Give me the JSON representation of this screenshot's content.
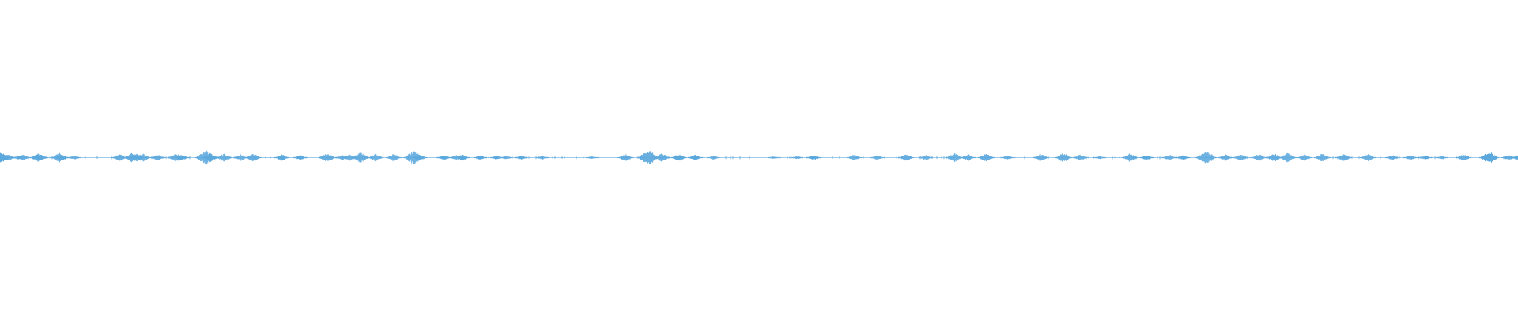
{
  "waveform": {
    "color": "#5ba8dd",
    "background": "#ffffff",
    "peaks": [
      {
        "t": 0.0,
        "a": 0.55
      },
      {
        "t": 0.004,
        "a": 0.35
      },
      {
        "t": 0.011,
        "a": 0.2
      },
      {
        "t": 0.014,
        "a": 0.3
      },
      {
        "t": 0.024,
        "a": 0.4
      },
      {
        "t": 0.026,
        "a": 0.3
      },
      {
        "t": 0.038,
        "a": 0.45
      },
      {
        "t": 0.04,
        "a": 0.3
      },
      {
        "t": 0.048,
        "a": 0.18
      },
      {
        "t": 0.078,
        "a": 0.35
      },
      {
        "t": 0.086,
        "a": 0.42
      },
      {
        "t": 0.089,
        "a": 0.38
      },
      {
        "t": 0.093,
        "a": 0.4
      },
      {
        "t": 0.103,
        "a": 0.32
      },
      {
        "t": 0.115,
        "a": 0.4
      },
      {
        "t": 0.119,
        "a": 0.3
      },
      {
        "t": 0.135,
        "a": 0.7
      },
      {
        "t": 0.138,
        "a": 0.4
      },
      {
        "t": 0.147,
        "a": 0.4
      },
      {
        "t": 0.158,
        "a": 0.3
      },
      {
        "t": 0.166,
        "a": 0.4
      },
      {
        "t": 0.185,
        "a": 0.3
      },
      {
        "t": 0.197,
        "a": 0.25
      },
      {
        "t": 0.215,
        "a": 0.45
      },
      {
        "t": 0.225,
        "a": 0.25
      },
      {
        "t": 0.23,
        "a": 0.3
      },
      {
        "t": 0.237,
        "a": 0.5
      },
      {
        "t": 0.247,
        "a": 0.35
      },
      {
        "t": 0.259,
        "a": 0.35
      },
      {
        "t": 0.272,
        "a": 0.65
      },
      {
        "t": 0.276,
        "a": 0.3
      },
      {
        "t": 0.292,
        "a": 0.25
      },
      {
        "t": 0.3,
        "a": 0.25
      },
      {
        "t": 0.304,
        "a": 0.3
      },
      {
        "t": 0.316,
        "a": 0.2
      },
      {
        "t": 0.327,
        "a": 0.2
      },
      {
        "t": 0.333,
        "a": 0.18
      },
      {
        "t": 0.343,
        "a": 0.22
      },
      {
        "t": 0.357,
        "a": 0.18
      },
      {
        "t": 0.39,
        "a": 0.15
      },
      {
        "t": 0.412,
        "a": 0.35
      },
      {
        "t": 0.427,
        "a": 0.75
      },
      {
        "t": 0.436,
        "a": 0.4
      },
      {
        "t": 0.447,
        "a": 0.35
      },
      {
        "t": 0.458,
        "a": 0.3
      },
      {
        "t": 0.47,
        "a": 0.18
      },
      {
        "t": 0.51,
        "a": 0.1
      },
      {
        "t": 0.525,
        "a": 0.15
      },
      {
        "t": 0.536,
        "a": 0.25
      },
      {
        "t": 0.563,
        "a": 0.3
      },
      {
        "t": 0.578,
        "a": 0.22
      },
      {
        "t": 0.597,
        "a": 0.35
      },
      {
        "t": 0.61,
        "a": 0.25
      },
      {
        "t": 0.629,
        "a": 0.45
      },
      {
        "t": 0.638,
        "a": 0.3
      },
      {
        "t": 0.65,
        "a": 0.4
      },
      {
        "t": 0.664,
        "a": 0.2
      },
      {
        "t": 0.686,
        "a": 0.35
      },
      {
        "t": 0.701,
        "a": 0.45
      },
      {
        "t": 0.712,
        "a": 0.3
      },
      {
        "t": 0.725,
        "a": 0.15
      },
      {
        "t": 0.745,
        "a": 0.4
      },
      {
        "t": 0.756,
        "a": 0.25
      },
      {
        "t": 0.771,
        "a": 0.3
      },
      {
        "t": 0.78,
        "a": 0.25
      },
      {
        "t": 0.795,
        "a": 0.7
      },
      {
        "t": 0.808,
        "a": 0.3
      },
      {
        "t": 0.818,
        "a": 0.35
      },
      {
        "t": 0.83,
        "a": 0.35
      },
      {
        "t": 0.84,
        "a": 0.4
      },
      {
        "t": 0.849,
        "a": 0.45
      },
      {
        "t": 0.86,
        "a": 0.3
      },
      {
        "t": 0.872,
        "a": 0.4
      },
      {
        "t": 0.886,
        "a": 0.35
      },
      {
        "t": 0.902,
        "a": 0.35
      },
      {
        "t": 0.918,
        "a": 0.25
      },
      {
        "t": 0.93,
        "a": 0.25
      },
      {
        "t": 0.94,
        "a": 0.2
      },
      {
        "t": 0.951,
        "a": 0.18
      },
      {
        "t": 0.965,
        "a": 0.35
      },
      {
        "t": 0.982,
        "a": 0.6
      },
      {
        "t": 0.995,
        "a": 0.25
      },
      {
        "t": 1.0,
        "a": 0.2
      }
    ]
  }
}
